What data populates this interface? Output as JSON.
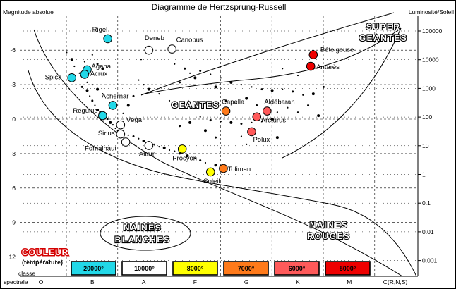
{
  "chart_data": {
    "type": "scatter",
    "title": "Diagramme de Hertzsprung-Russell",
    "ylabel_left": "Magnitude absolue",
    "ylabel_right": "Luminosité/Soleil",
    "xlabel": "classe spectrale",
    "x_categories": [
      "O",
      "B",
      "A",
      "F",
      "G",
      "K",
      "M",
      "C(R,N,S)"
    ],
    "y_left_ticks": [
      "-6",
      "-3",
      "0",
      "3",
      "6",
      "9",
      "12"
    ],
    "y_right_ticks": [
      "100000",
      "10000",
      "1000",
      "100",
      "10",
      "1",
      "0.1",
      "0.01",
      "0.001"
    ],
    "named_stars": [
      {
        "name": "Rigel",
        "x": 1.3,
        "y": -7.0,
        "color": "#22d8e8"
      },
      {
        "name": "Deneb",
        "x": 2.1,
        "y": -6.0,
        "color": "#ffffff"
      },
      {
        "name": "Canopus",
        "x": 2.55,
        "y": -6.1,
        "color": "#ffffff"
      },
      {
        "name": "Agena",
        "x": 0.9,
        "y": -4.3,
        "color": "#22d8e8"
      },
      {
        "name": "Acrux",
        "x": 0.85,
        "y": -3.9,
        "color": "#22d8e8"
      },
      {
        "name": "Spica",
        "x": 0.6,
        "y": -3.6,
        "color": "#22d8e8"
      },
      {
        "name": "Achernar",
        "x": 1.4,
        "y": -1.2,
        "color": "#22d8e8"
      },
      {
        "name": "Régulus",
        "x": 1.2,
        "y": -0.3,
        "color": "#22d8e8"
      },
      {
        "name": "Véga",
        "x": 1.55,
        "y": 0.5,
        "color": "#ffffff"
      },
      {
        "name": "Sirius",
        "x": 1.55,
        "y": 1.3,
        "color": "#ffffff"
      },
      {
        "name": "Fomalhaut",
        "x": 1.65,
        "y": 2.0,
        "color": "#ffffff"
      },
      {
        "name": "Altaïr",
        "x": 2.1,
        "y": 2.3,
        "color": "#ffffff"
      },
      {
        "name": "Procyon",
        "x": 2.75,
        "y": 2.6,
        "color": "#ffff00"
      },
      {
        "name": "Soleil",
        "x": 3.3,
        "y": 4.6,
        "color": "#ffff00"
      },
      {
        "name": "Toliman",
        "x": 3.55,
        "y": 4.3,
        "color": "#ff7a1a"
      },
      {
        "name": "Capella",
        "x": 3.6,
        "y": -0.7,
        "color": "#ff7a1a"
      },
      {
        "name": "Aldébaran",
        "x": 4.4,
        "y": -0.7,
        "color": "#ff5a5a"
      },
      {
        "name": "Arcturus",
        "x": 4.2,
        "y": -0.2,
        "color": "#ff5a5a"
      },
      {
        "name": "Polux",
        "x": 4.1,
        "y": 1.1,
        "color": "#ff5a5a"
      },
      {
        "name": "Bételgeuse",
        "x": 5.3,
        "y": -5.6,
        "color": "#ee0000"
      },
      {
        "name": "Antarès",
        "x": 5.25,
        "y": -4.6,
        "color": "#ee0000"
      }
    ],
    "region_labels": [
      "SUPER GEANTES",
      "GEANTES",
      "NAINES BLANCHES",
      "NAINES ROUGES"
    ],
    "legend": {
      "title": "COULEUR",
      "subtitle": "(température)",
      "items": [
        {
          "label": "20000°",
          "color": "#22d8e8"
        },
        {
          "label": "10000°",
          "color": "#ffffff"
        },
        {
          "label": "8000°",
          "color": "#ffff00"
        },
        {
          "label": "7000°",
          "color": "#ff7a1a"
        },
        {
          "label": "6000°",
          "color": "#ff5a5a"
        },
        {
          "label": "5000°",
          "color": "#ee0000"
        }
      ]
    },
    "background_stars": [
      [
        0.6,
        -5.2
      ],
      [
        0.65,
        -4.6
      ],
      [
        0.75,
        -4.0
      ],
      [
        0.8,
        -2.8
      ],
      [
        0.9,
        -2.5
      ],
      [
        0.95,
        -2.0
      ],
      [
        1.0,
        -1.6
      ],
      [
        1.05,
        -1.2
      ],
      [
        1.1,
        -0.8
      ],
      [
        1.15,
        -0.6
      ],
      [
        1.25,
        -0.2
      ],
      [
        1.3,
        0.0
      ],
      [
        1.35,
        0.3
      ],
      [
        1.4,
        0.5
      ],
      [
        1.45,
        0.8
      ],
      [
        1.5,
        1.0
      ],
      [
        1.6,
        1.2
      ],
      [
        1.7,
        1.4
      ],
      [
        1.8,
        1.5
      ],
      [
        1.9,
        1.7
      ],
      [
        2.0,
        1.9
      ],
      [
        2.1,
        2.0
      ],
      [
        2.2,
        2.2
      ],
      [
        2.3,
        2.4
      ],
      [
        2.4,
        2.5
      ],
      [
        2.5,
        2.7
      ],
      [
        2.6,
        2.8
      ],
      [
        2.7,
        3.0
      ],
      [
        2.85,
        3.2
      ],
      [
        3.0,
        3.4
      ],
      [
        3.1,
        3.6
      ],
      [
        3.2,
        3.8
      ],
      [
        3.4,
        4.0
      ],
      [
        3.6,
        4.4
      ],
      [
        0.9,
        -3.2
      ],
      [
        1.0,
        -3.0
      ],
      [
        1.1,
        -2.6
      ],
      [
        1.2,
        -2.2
      ],
      [
        1.0,
        -5.6
      ],
      [
        1.1,
        -4.8
      ],
      [
        1.2,
        -4.4
      ],
      [
        0.85,
        -5.0
      ],
      [
        2.8,
        -4.4
      ],
      [
        2.9,
        -4.0
      ],
      [
        3.0,
        -3.6
      ],
      [
        3.1,
        -4.2
      ],
      [
        3.3,
        -3.9
      ],
      [
        3.5,
        -3.6
      ],
      [
        3.7,
        -3.2
      ],
      [
        3.9,
        -3.0
      ],
      [
        4.1,
        -2.8
      ],
      [
        4.3,
        -2.6
      ],
      [
        4.5,
        -2.5
      ],
      [
        4.7,
        -2.6
      ],
      [
        4.9,
        -2.4
      ],
      [
        5.1,
        -2.1
      ],
      [
        5.3,
        -2.2
      ],
      [
        5.2,
        -1.2
      ],
      [
        4.8,
        -1.0
      ],
      [
        4.6,
        -0.6
      ],
      [
        4.5,
        0.0
      ],
      [
        4.3,
        0.2
      ],
      [
        4.1,
        0.3
      ],
      [
        3.9,
        0.4
      ],
      [
        3.7,
        0.3
      ],
      [
        3.5,
        0.2
      ],
      [
        3.3,
        0.1
      ],
      [
        3.1,
        -0.2
      ],
      [
        2.9,
        0.3
      ],
      [
        2.7,
        0.6
      ],
      [
        2.5,
        -1.6
      ],
      [
        2.3,
        -2.2
      ],
      [
        2.1,
        -2.6
      ],
      [
        2.0,
        -3.0
      ],
      [
        1.9,
        -3.4
      ],
      [
        1.8,
        -2.0
      ],
      [
        1.7,
        -1.2
      ],
      [
        1.6,
        -0.5
      ],
      [
        3.6,
        -1.6
      ],
      [
        3.8,
        -1.4
      ],
      [
        4.0,
        -1.8
      ],
      [
        4.2,
        -1.2
      ],
      [
        4.4,
        -1.5
      ],
      [
        5.0,
        -0.6
      ],
      [
        5.4,
        -0.3
      ],
      [
        5.0,
        -3.8
      ],
      [
        4.7,
        -4.4
      ],
      [
        5.5,
        -2.8
      ],
      [
        3.4,
        -2.8
      ],
      [
        2.6,
        -4.8
      ],
      [
        2.7,
        -3.2
      ],
      [
        3.0,
        -1.0
      ],
      [
        3.2,
        1.0
      ],
      [
        3.4,
        1.6
      ],
      [
        3.9,
        1.5
      ],
      [
        4.0,
        2.2
      ],
      [
        4.6,
        1.6
      ],
      [
        1.95,
        -5.2
      ],
      [
        0.5,
        -5.8
      ]
    ]
  }
}
